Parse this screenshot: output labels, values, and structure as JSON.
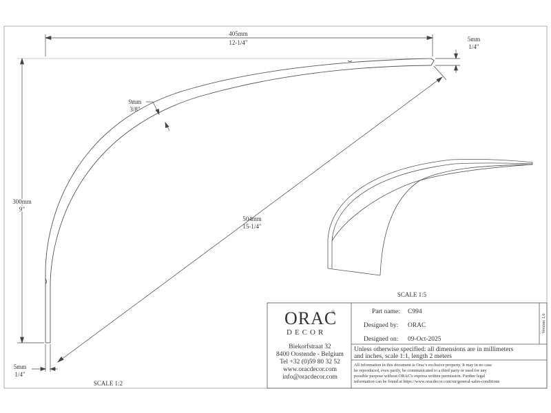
{
  "drawing": {
    "dim_width_mm": "405mm",
    "dim_width_in": "12-1/4\"",
    "dim_height_mm": "300mm",
    "dim_height_in": "9\"",
    "dim_diag_mm": "504mm",
    "dim_diag_in": "15-1/4\"",
    "dim_thick_mm": "9mm",
    "dim_thick_in": "3/8\"",
    "dim_tip_mm": "5mm",
    "dim_tip_in": "1/4\"",
    "dim_foot_mm": "5mm",
    "dim_foot_in": "1/4\"",
    "scale_main": "SCALE  1:2",
    "scale_3d": "SCALE  1:5"
  },
  "title_block": {
    "logo_main": "ORAC",
    "logo_reg": "®",
    "logo_sub": "DECOR",
    "address_line1": "Biekorfstraat 32",
    "address_line2": "8400 Oostende - Belgium",
    "phone": "Tel  +32 (0)59 80 32 52",
    "website": "www.oracdecor.com",
    "email": "info@oracdecor.com",
    "part_name_label": "Part name:",
    "part_name_value": "C994",
    "designed_by_label": "Designed by:",
    "designed_by_value": "ORAC",
    "designed_on_label": "Designed on:",
    "designed_on_value": "09-Oct-2025",
    "version": "Version: 1.6",
    "note_line1": "Unless otherwise specified: all dimensions are in millimeters",
    "note_line2": "and inches, scale 1:1, length 2 meters",
    "legal_line1": "All information in this document is Orac's exclusive property.  It may in no case",
    "legal_line2": "be reproduced, even partly, be communicated to a third party or used for any",
    "legal_line3": "possible purpose without ORAC's express written permission. Further legal",
    "legal_line4": "information can be found at https://www.oracdecor.com/en/general-sales-conditions"
  }
}
